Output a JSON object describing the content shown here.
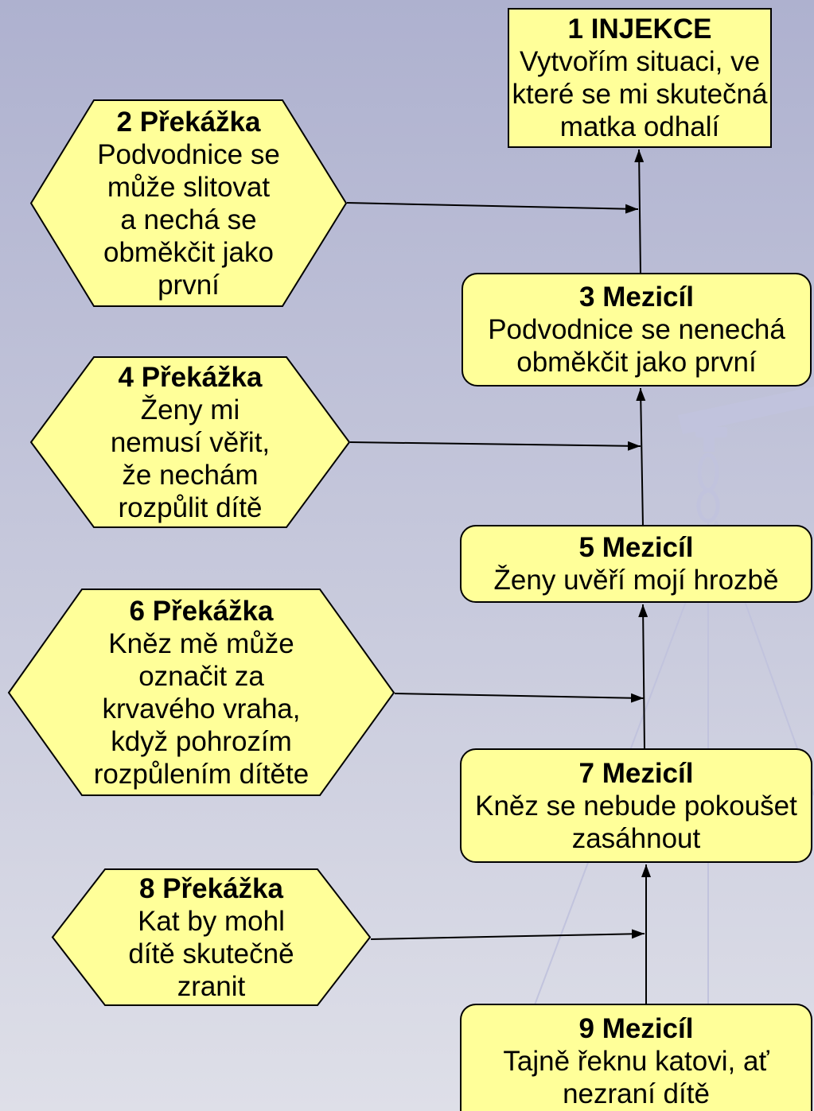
{
  "diagram": {
    "goal": {
      "title": "1 INJEKCE",
      "text": "Vytvořím situaci, ve\nkteré se mi skutečná\nmatka odhalí"
    },
    "obstacles": [
      {
        "title": "2 Překážka",
        "text": "Podvodnice se\nmůže slitovat\na nechá se\nobměkčit jako\nprvní"
      },
      {
        "title": "4 Překážka",
        "text": "Ženy mi\nnemusí věřit,\nže nechám\nrozpůlit dítě"
      },
      {
        "title": "6 Překážka",
        "text": "Kněz mě může\noznačit za\nkrvavého vraha,\nkdyž pohrozím\nrozpůlením dítěte"
      },
      {
        "title": "8 Překážka",
        "text": "Kat by mohl\ndítě skutečně\nzranit"
      }
    ],
    "subgoals": [
      {
        "title": "3 Mezicíl",
        "text": "Podvodnice se nenechá\nobměkčit jako první"
      },
      {
        "title": "5 Mezicíl",
        "text": "Ženy uvěří mojí hrozbě"
      },
      {
        "title": "7 Mezicíl",
        "text": "Kněz se nebude pokoušet\nzasáhnout"
      },
      {
        "title": "9 Mezicíl",
        "text": "Tajně řeknu katovi, ať\nnezraní dítě"
      }
    ]
  },
  "colors": {
    "node_fill": "#ffff99",
    "outline": "#000000",
    "background_top": "#aeb1cf",
    "background_bottom": "#dedfe8",
    "watermark": "#c1c3dd"
  }
}
